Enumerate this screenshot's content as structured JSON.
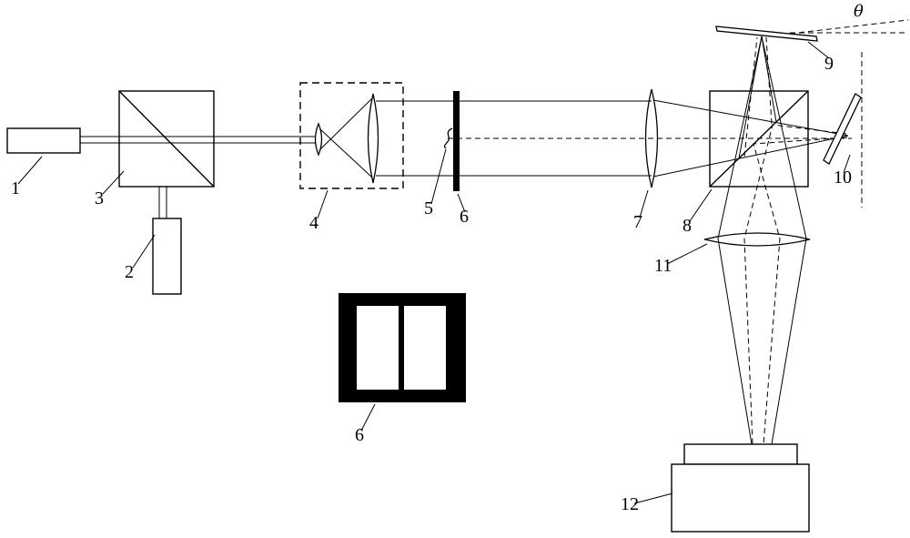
{
  "colors": {
    "line": "#000000",
    "background": "#ffffff"
  },
  "labels": {
    "n1": "1",
    "n2": "2",
    "n3": "3",
    "n4": "4",
    "n5": "5",
    "n6_slit": "6",
    "n7": "7",
    "n8": "8",
    "n9": "9",
    "n10": "10",
    "n11": "11",
    "n12": "12",
    "n6_inset": "6",
    "theta": "θ"
  }
}
